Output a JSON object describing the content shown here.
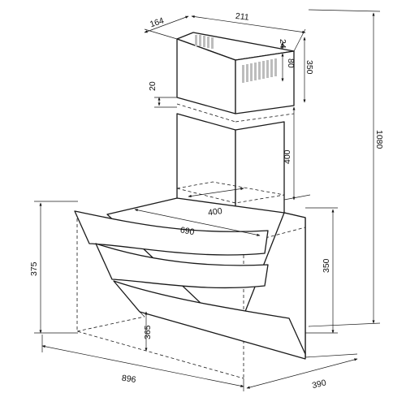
{
  "dimensions": {
    "chimney_depth": "164",
    "chimney_width": "211",
    "chimney_top_gap": "24",
    "vent_height": "80",
    "upper_chimney": "350",
    "overall_height": "1080",
    "bracket_offset": "20",
    "lower_chimney": "400",
    "hood_depth_top": "400",
    "hood_inner_width": "690",
    "panel_height": "375",
    "body_height": "350",
    "front_height": "365",
    "overall_width": "896",
    "overall_depth": "390"
  }
}
